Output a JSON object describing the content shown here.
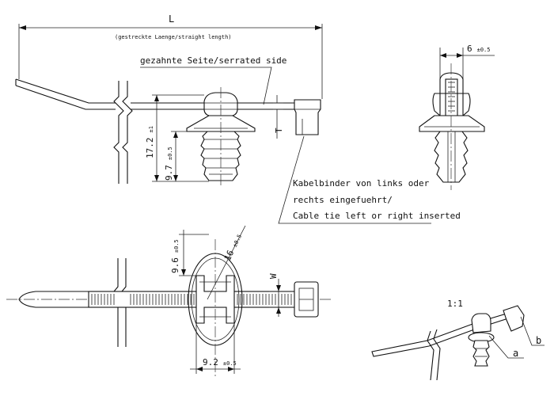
{
  "dimensions": {
    "length_label": "L",
    "straight_length_note": "(gestreckte Laenge/straight length)",
    "serrated_side_note": "gezahnte Seite/serrated side",
    "thickness_label": "T",
    "height_total": "17.2",
    "height_total_tol": "±1",
    "height_fir_tree": "9.7",
    "height_fir_tree_tol": "±0.5",
    "width_head": "6",
    "width_head_tol": "±0.5",
    "width_label": "W",
    "base_height": "9.6",
    "base_height_tol": "±0.5",
    "base_diameter": "16",
    "base_diameter_tol": "±0.5",
    "fir_tree_width": "9.2",
    "fir_tree_width_tol": "±0.5"
  },
  "insertion_note": {
    "line1": "Kabelbinder von links oder",
    "line2": "rechts eingefuehrt/",
    "line3": "Cable tie left or right inserted"
  },
  "iso_view": {
    "scale": "1:1",
    "callout_a": "a",
    "callout_b": "b"
  }
}
